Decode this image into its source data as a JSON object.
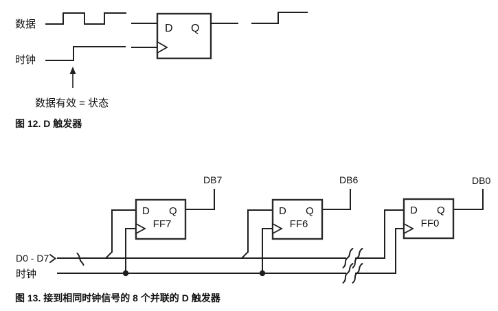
{
  "colors": {
    "ink": "#1f1f1f",
    "text": "#111111",
    "background": "#ffffff"
  },
  "figure12": {
    "data_label": "数据",
    "clock_label": "时钟",
    "annotation": "数据有效 = 状态",
    "caption": "图 12. D 触发器",
    "flipflop": {
      "d_label": "D",
      "q_label": "Q"
    }
  },
  "figure13": {
    "bus_label": "D0 - D7",
    "clock_label": "时钟",
    "caption": "图 13. 接到相同时钟信号的 8 个并联的 D 触发器",
    "flipflops": [
      {
        "name": "FF7",
        "d_label": "D",
        "q_label": "Q",
        "output_label": "DB7"
      },
      {
        "name": "FF6",
        "d_label": "D",
        "q_label": "Q",
        "output_label": "DB6"
      },
      {
        "name": "FF0",
        "d_label": "D",
        "q_label": "Q",
        "output_label": "DB0"
      }
    ]
  }
}
